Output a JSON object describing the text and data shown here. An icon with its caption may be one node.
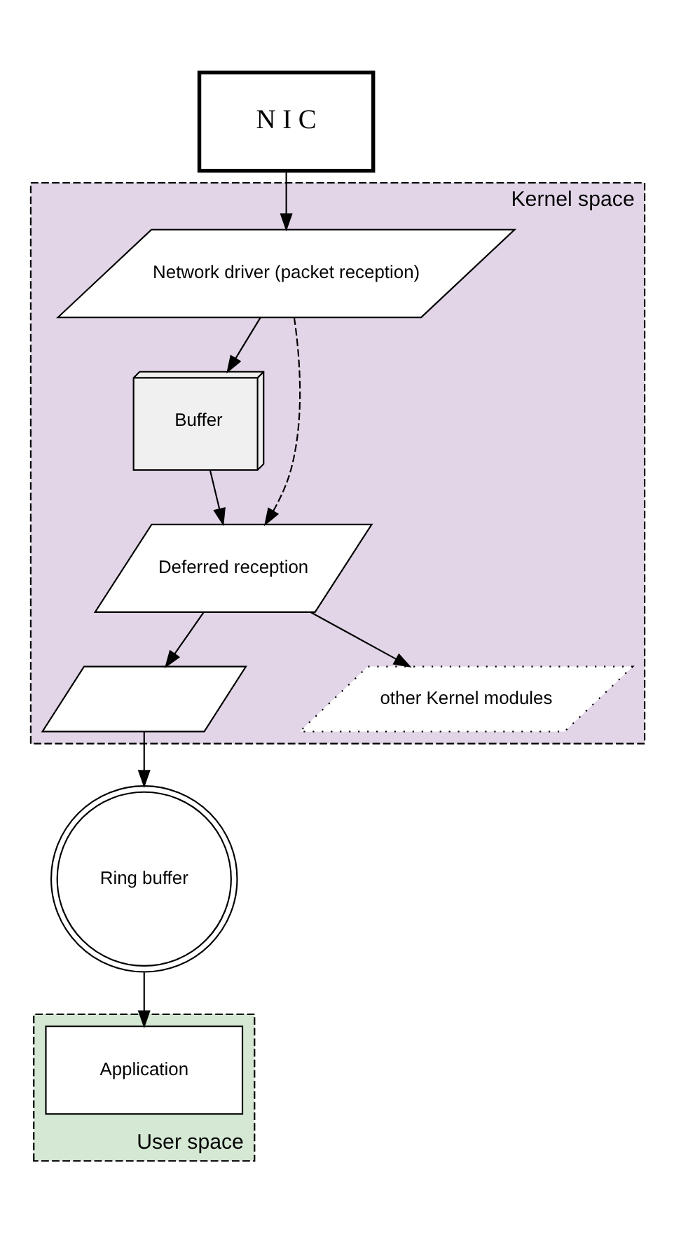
{
  "diagram": {
    "nodes": [
      {
        "text": [
          "N I C"
        ]
      },
      {
        "text": [
          "Kernel space"
        ]
      },
      {
        "text": [
          "Network driver (packet reception)"
        ],
        "in": 1
      },
      {
        "text": [
          "Buffer"
        ],
        "in": 1
      },
      {
        "text": [
          "Deferred reception"
        ],
        "in": 1
      },
      {
        "text": [],
        "shape": "parallelogram",
        "in": 1
      },
      {
        "text": [
          "other Kernel modules"
        ],
        "in": 1
      },
      {
        "text": [
          "User space"
        ]
      },
      {
        "text": [
          "Ring buffer"
        ]
      },
      {
        "text": [
          "Application"
        ],
        "in": 7
      }
    ],
    "edges": [
      {
        "from": 0,
        "to": 2,
        "arrow": "to"
      },
      {
        "from": 2,
        "to": 3,
        "arrow": "to"
      },
      {
        "from": 2,
        "to": 4,
        "arrow": "to",
        "style": "dashed"
      },
      {
        "from": 3,
        "to": 4,
        "arrow": "to"
      },
      {
        "from": 4,
        "to": 5,
        "arrow": "to"
      },
      {
        "from": 4,
        "to": 6,
        "arrow": "to"
      },
      {
        "from": 5,
        "to": 8,
        "arrow": "to"
      },
      {
        "from": 8,
        "to": 9,
        "arrow": "to"
      }
    ]
  }
}
